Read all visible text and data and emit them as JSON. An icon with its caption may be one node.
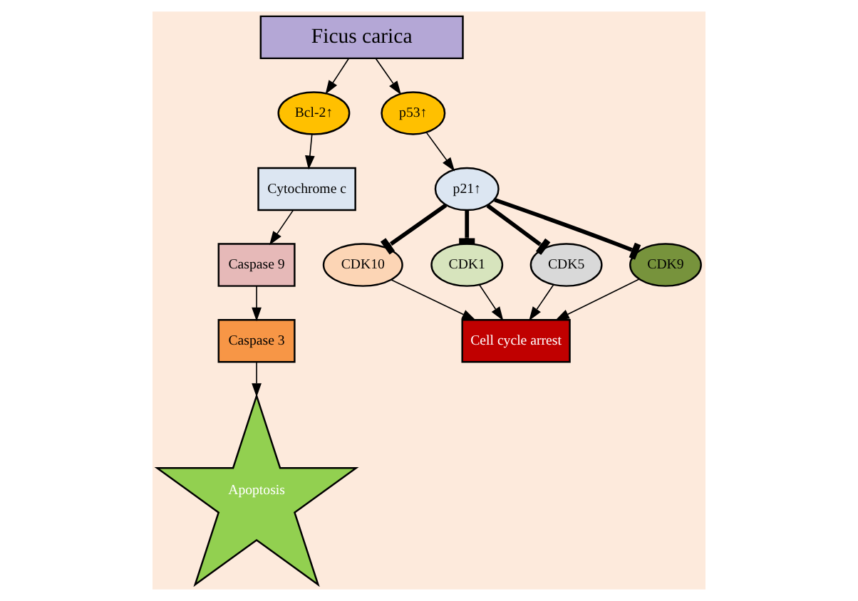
{
  "diagram": {
    "nodes": [
      {
        "text": [
          "Ficus carica"
        ]
      },
      {
        "text": [
          "Bcl-2↑"
        ]
      },
      {
        "text": [
          "p53↑"
        ]
      },
      {
        "text": [
          "Cytochrome c"
        ]
      },
      {
        "text": [
          "p21↑"
        ]
      },
      {
        "text": [
          "Caspase 9"
        ]
      },
      {
        "text": [
          "CDK10"
        ]
      },
      {
        "text": [
          "CDK1"
        ]
      },
      {
        "text": [
          "CDK5"
        ]
      },
      {
        "text": [
          "CDK9"
        ]
      },
      {
        "text": [
          "Caspase 3"
        ]
      },
      {
        "text": [
          "Apoptosis"
        ]
      },
      {
        "text": [
          "Cell cycle arrest"
        ]
      }
    ],
    "edges": [
      {
        "from": 0,
        "to": 1,
        "arrow": "to"
      },
      {
        "from": 0,
        "to": 2,
        "arrow": "to"
      },
      {
        "from": 1,
        "to": 3,
        "arrow": "to"
      },
      {
        "from": 3,
        "to": 5,
        "arrow": "to"
      },
      {
        "from": 5,
        "to": 10,
        "arrow": "to"
      },
      {
        "from": 10,
        "to": 11,
        "arrow": "to"
      },
      {
        "from": 2,
        "to": 4,
        "arrow": "to"
      },
      {
        "from": 4,
        "to": 7,
        "arrow": "other",
        "style": "thick"
      },
      {
        "from": 4,
        "to": 8,
        "arrow": "other",
        "style": "thick"
      },
      {
        "from": 4,
        "to": 9,
        "arrow": "other",
        "style": "thick"
      },
      {
        "from": 4,
        "to": 6,
        "arrow": "other",
        "style": "thick"
      },
      {
        "from": 7,
        "to": 12,
        "arrow": "to"
      },
      {
        "from": 8,
        "to": 12,
        "arrow": "to"
      },
      {
        "from": 9,
        "to": 12,
        "arrow": "to"
      },
      {
        "from": 6,
        "to": 12,
        "arrow": "to"
      }
    ]
  }
}
